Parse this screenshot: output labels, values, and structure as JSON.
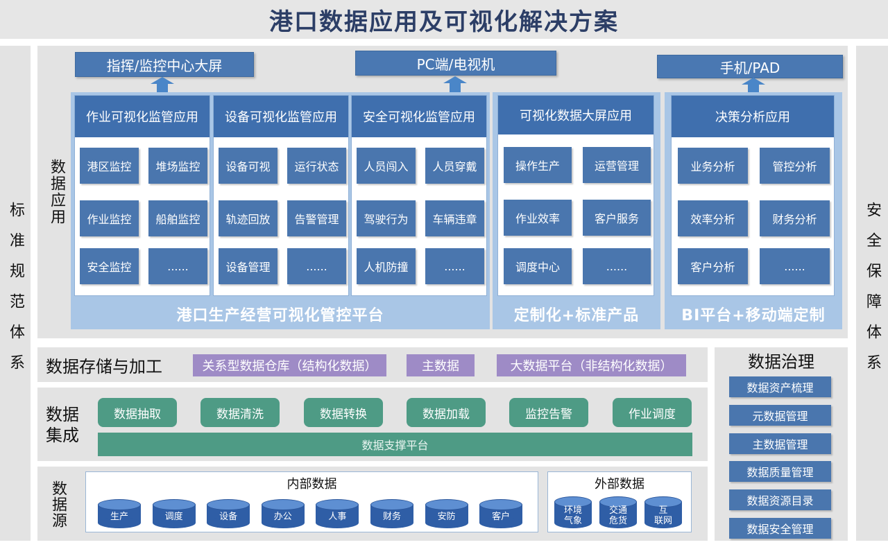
{
  "title": "港口数据应用及可视化解决方案",
  "left_side_label": "标准规范体系",
  "right_side_label": "安全保障体系",
  "app_layer": {
    "label": "数据应用",
    "devices": [
      "指挥/监控中心大屏",
      "PC端/电视机",
      "手机/PAD"
    ],
    "platform_main": {
      "footer": "港口生产经营可视化管控平台",
      "groups": [
        {
          "header": "作业可视化监管应用",
          "items": [
            "港区监控",
            "堆场监控",
            "作业监控",
            "船舶监控",
            "安全监控",
            "......"
          ]
        },
        {
          "header": "设备可视化监管应用",
          "items": [
            "设备可视",
            "运行状态",
            "轨迹回放",
            "告警管理",
            "设备管理",
            "......"
          ]
        },
        {
          "header": "安全可视化监管应用",
          "items": [
            "人员闯入",
            "人员穿戴",
            "驾驶行为",
            "车辆违章",
            "人机防撞",
            "......"
          ]
        }
      ]
    },
    "platform_screen": {
      "footer": "定制化+标准产品",
      "header": "可视化数据大屏应用",
      "items": [
        "操作生产",
        "运营管理",
        "作业效率",
        "客户服务",
        "调度中心",
        "......"
      ]
    },
    "platform_bi": {
      "footer": "BI平台+移动端定制",
      "header": "决策分析应用",
      "items": [
        "业务分析",
        "管控分析",
        "效率分析",
        "财务分析",
        "客户分析",
        "......"
      ]
    }
  },
  "storage": {
    "label": "数据存储与加工",
    "items": [
      "关系型数据仓库（结构化数据）",
      "主数据",
      "大数据平台（非结构化数据）"
    ]
  },
  "integration": {
    "label": "数据集成",
    "items": [
      "数据抽取",
      "数据清洗",
      "数据转换",
      "数据加载",
      "监控告警",
      "作业调度"
    ],
    "bar": "数据支撑平台"
  },
  "sources": {
    "label": "数据源",
    "internal_title": "内部数据",
    "internal": [
      "生产",
      "调度",
      "设备",
      "办公",
      "人事",
      "财务",
      "安防",
      "客户"
    ],
    "external_title": "外部数据",
    "external": [
      "环境\n气象",
      "交通\n危货",
      "互\n联网"
    ]
  },
  "governance": {
    "title": "数据治理",
    "items": [
      "数据资产梳理",
      "元数据管理",
      "主数据管理",
      "数据质量管理",
      "数据资源目录",
      "数据安全管理"
    ]
  },
  "colors": {
    "cell_blue": "#4a76ae",
    "panel_blue": "#a9c6e6",
    "purple": "#9e8bc6",
    "green": "#4e9b85",
    "cyl_blue": "#2f5ea6"
  }
}
